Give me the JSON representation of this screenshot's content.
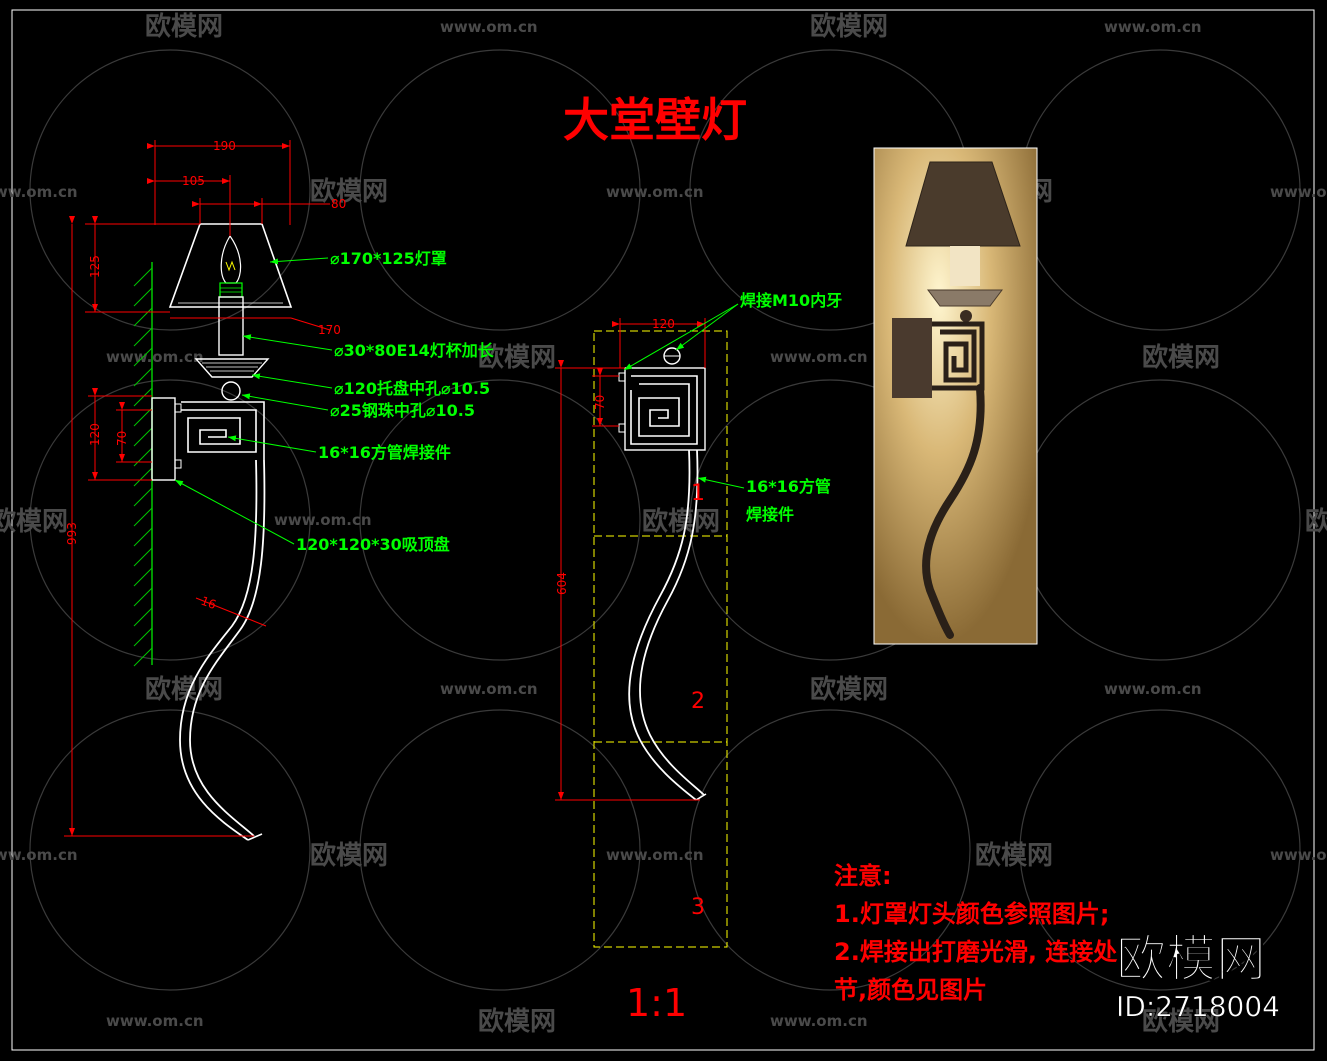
{
  "title": "大堂壁灯",
  "scale": "1:1",
  "watermark": {
    "brand": "欧模网",
    "url": "www.om.cn",
    "corner_brand": "欧模网",
    "corner_id": "ID:2718004"
  },
  "side_view": {
    "dims": {
      "d190": "190",
      "d105": "105",
      "d80": "80",
      "d170": "170",
      "d125": "125",
      "d120": "120",
      "d70": "70",
      "d16": "16",
      "d_total": "993"
    },
    "callouts": {
      "shade": "⌀170*125灯罩",
      "cup": "⌀30*80E14灯杯加长",
      "tray": "⌀120托盘中孔⌀10.5",
      "ball": "⌀25钢珠中孔⌀10.5",
      "tube": "16*16方管焊接件",
      "plate": "120*120*30吸顶盘"
    }
  },
  "front_view": {
    "dims": {
      "d120": "120",
      "d70": "70",
      "d604": "604"
    },
    "callouts": {
      "weld": "焊接M10内牙",
      "tube_line1": "16*16方管",
      "tube_line2": "焊接件"
    },
    "sections": {
      "s1": "1",
      "s2": "2",
      "s3": "3"
    }
  },
  "notes": {
    "heading": "注意:",
    "line1": "1.灯罩灯头颜色参照图片;",
    "line2": "2.焊接出打磨光滑, 连接处",
    "line2_cont": "节,颜色见图片"
  },
  "colors": {
    "title": "#ff0000",
    "dim": "#ff0000",
    "callout": "#00ff00",
    "drawing": "#ffffff",
    "hatch": "#00c800",
    "section": "#ffff00",
    "photo_bg": "#c9a868",
    "watermark": "#4a4a4a"
  }
}
